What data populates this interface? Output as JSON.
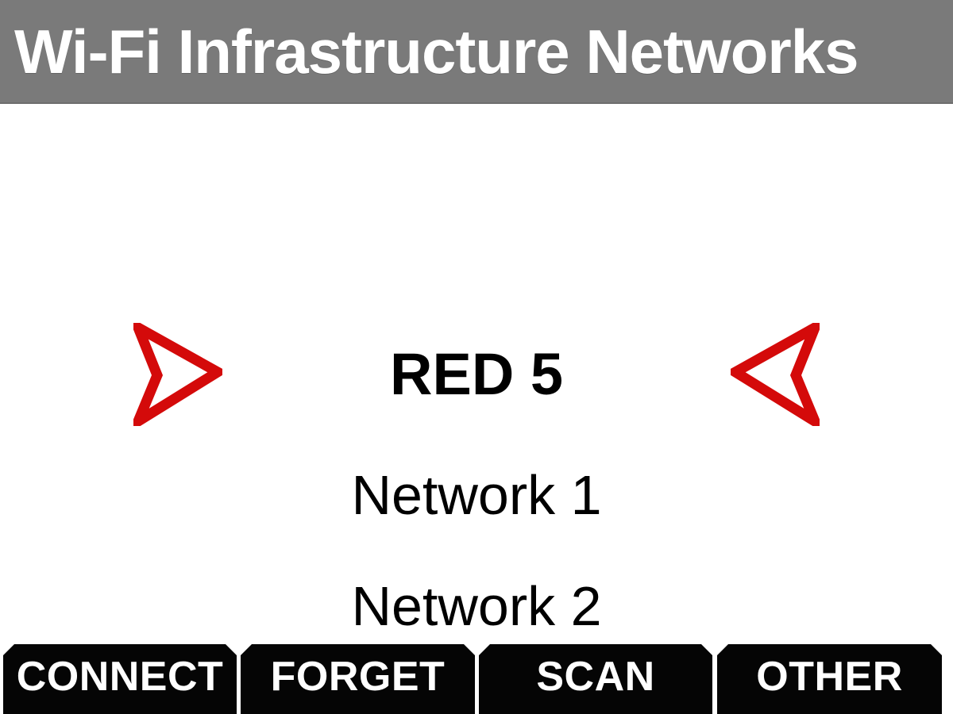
{
  "header": {
    "title": "Wi-Fi Infrastructure Networks",
    "background_color": "#7a7a7a",
    "text_color": "#ffffff"
  },
  "main": {
    "selected_network": {
      "label": "RED 5",
      "left_indicator_icon": "arrow-right-outline-icon",
      "right_indicator_icon": "arrow-left-outline-icon",
      "indicator_color": "#d40a0a"
    },
    "networks": [
      {
        "label": "Network 1"
      },
      {
        "label": "Network 2"
      }
    ]
  },
  "button_bar": {
    "background_color": "#050505",
    "text_color": "#ffffff",
    "buttons": [
      {
        "label": "CONNECT"
      },
      {
        "label": "FORGET"
      },
      {
        "label": "SCAN"
      },
      {
        "label": "OTHER"
      }
    ]
  }
}
